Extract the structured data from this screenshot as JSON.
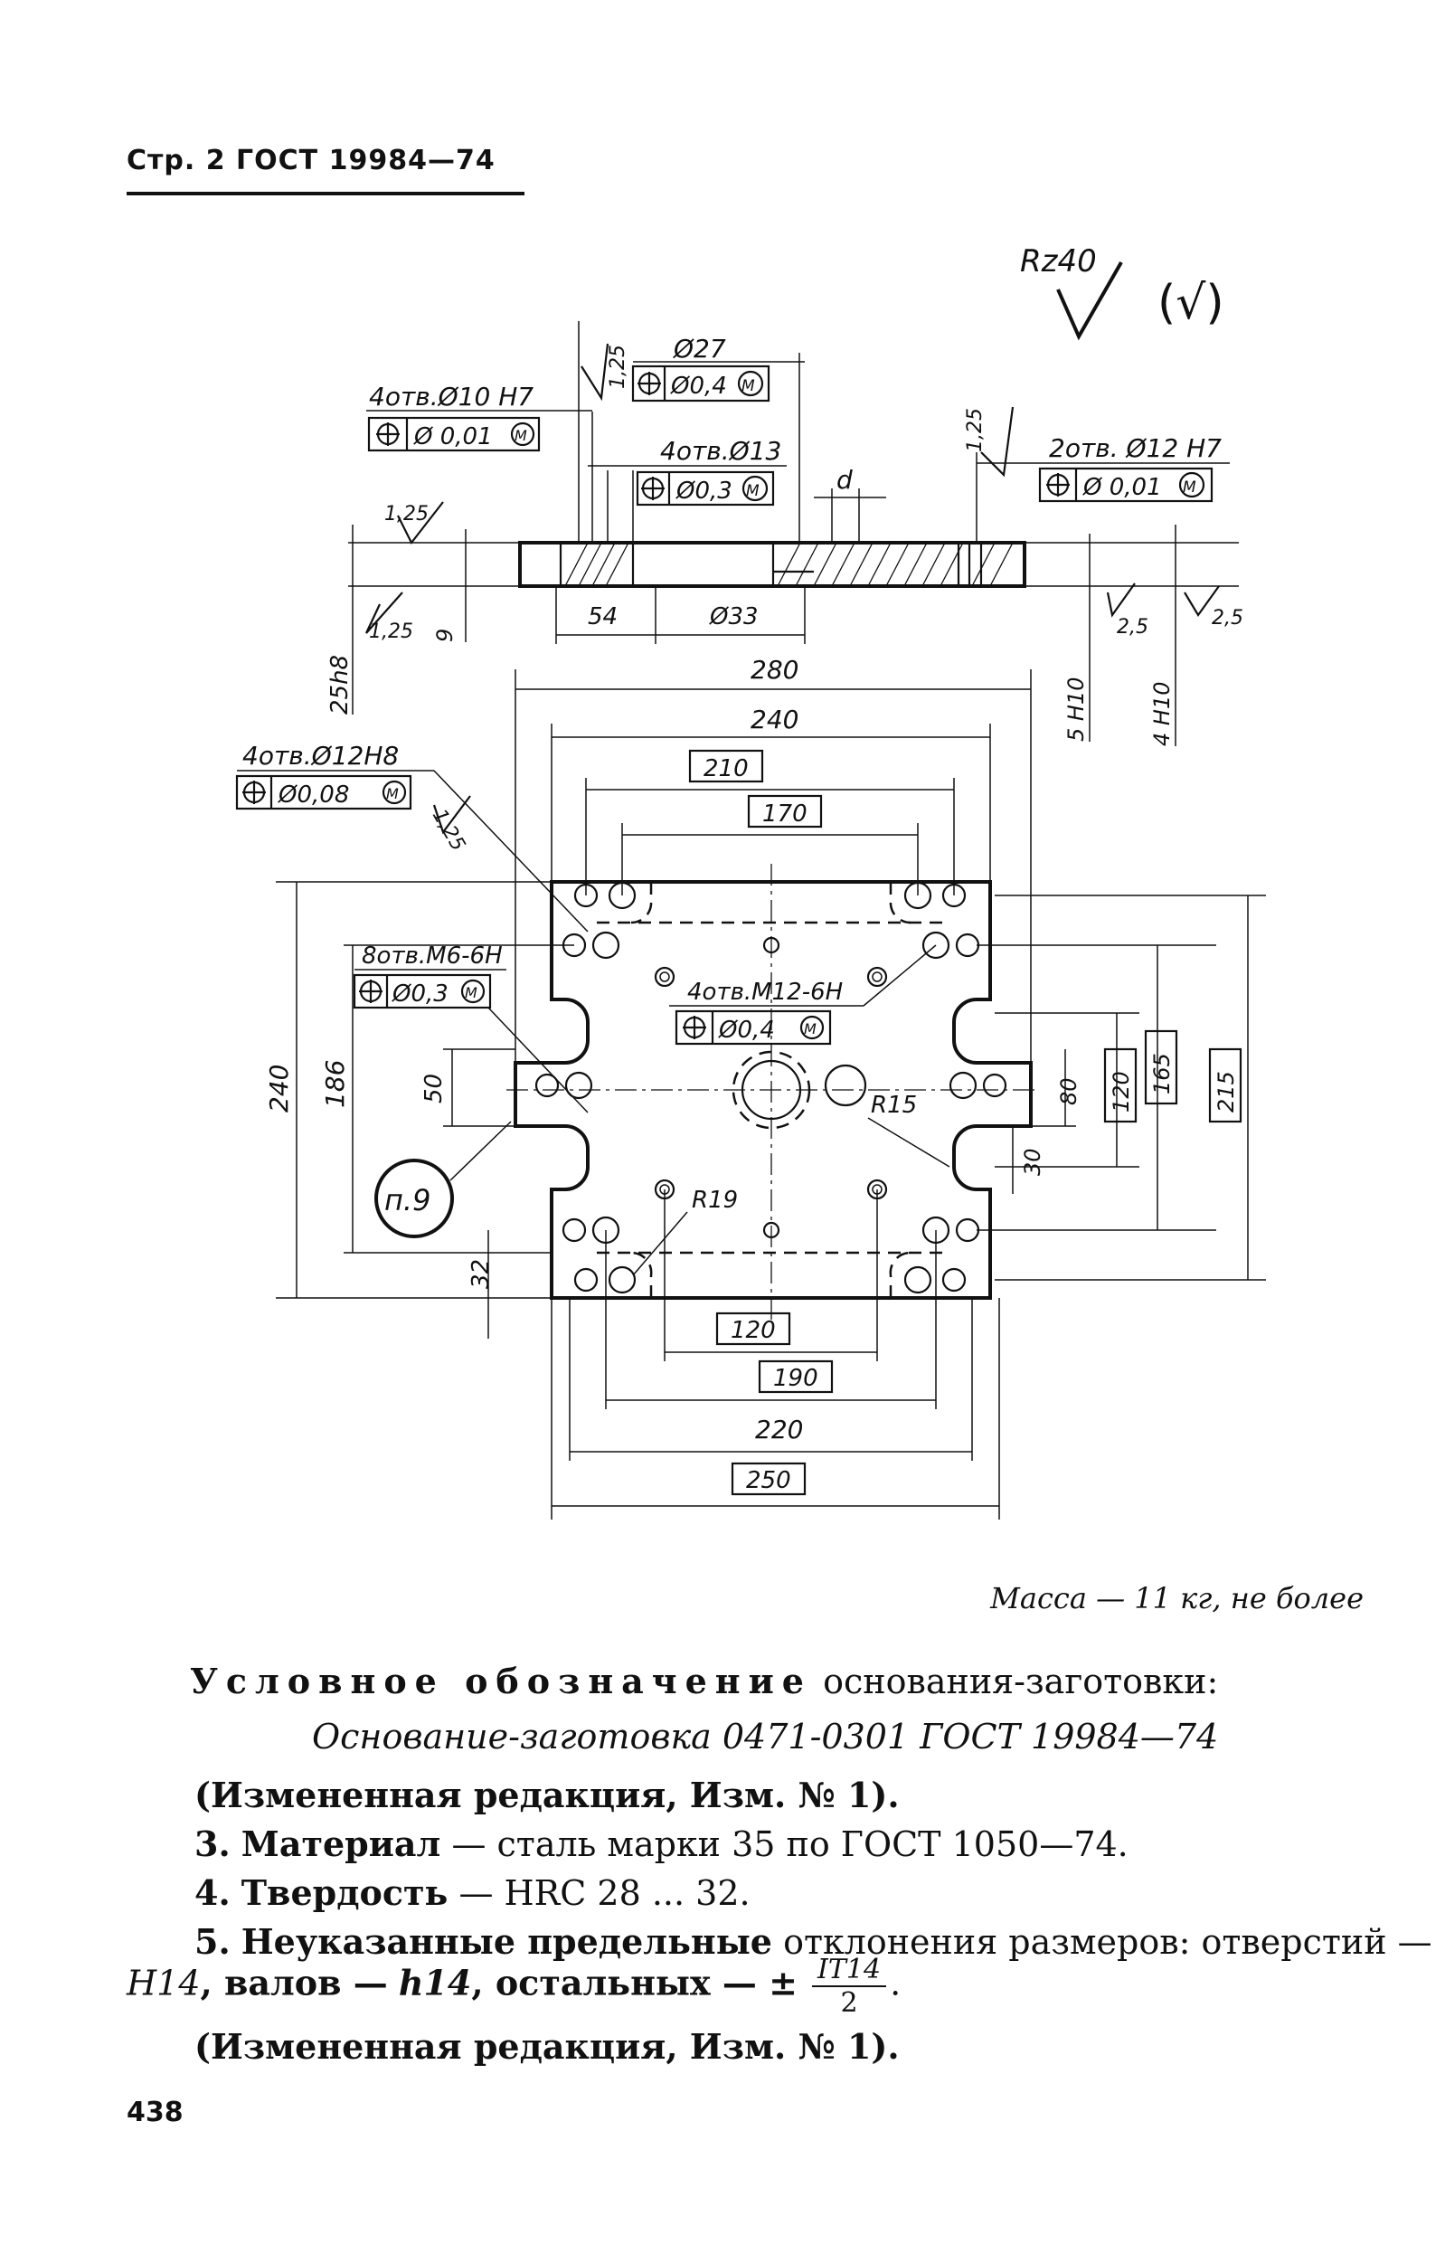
{
  "header": {
    "text": "Стр. 2 ГОСТ 19984—74"
  },
  "drawing": {
    "roughness": {
      "main": "Rz40",
      "paren": "(√)",
      "r125": "1,25",
      "r25": "2,5"
    },
    "top_view": {
      "hole_4x10": "4отв.Ø10 H7",
      "tol_4x10": "Ø 0,01",
      "dia27": "Ø27",
      "tol_27": "Ø0,4",
      "hole_4x13": "4отв.Ø13",
      "tol_4x13": "Ø0,3",
      "d_label": "d",
      "hole_2x12": "2отв. Ø12 H7",
      "tol_2x12": "Ø 0,01",
      "dim_54": "54",
      "dim_33": "Ø33",
      "dim_25h8": "25h8",
      "dim_9": "9",
      "dim_5h10": "5 H10",
      "dim_4h10": "4 H10"
    },
    "plan_view": {
      "dim_280": "280",
      "dim_240_top": "240",
      "dim_210": "210",
      "dim_170": "170",
      "hole_4x12": "4отв.Ø12H8",
      "tol_4x12": "Ø0,08",
      "thread_8xm6": "8отв.М6-6Н",
      "tol_m6": "Ø0,3",
      "thread_4xm12": "4отв.М12-6Н",
      "tol_m12": "Ø0,4",
      "r15": "R15",
      "r19": "R19",
      "note": "п.9",
      "dim_240_left": "240",
      "dim_186": "186",
      "dim_50": "50",
      "dim_32": "32",
      "dim_80": "80",
      "dim_30": "30",
      "dim_120_right": "120",
      "dim_165": "165",
      "dim_215": "215",
      "dim_120_bottom": "120",
      "dim_190": "190",
      "dim_220": "220",
      "dim_250": "250"
    }
  },
  "mass": "Масса — 11 кг, не более",
  "designation": {
    "spaced": "Условное обозначение",
    "rest": "основания-заготовки:",
    "value": "Основание-заготовка 0471-0301 ГОСТ 19984—74"
  },
  "revision_1": "(Измененная редакция, Изм. № 1).",
  "item3": {
    "num": "3.",
    "term": "Материал",
    "text": "— сталь марки 35 по ГОСТ 1050—74."
  },
  "item4": {
    "num": "4.",
    "term": "Твердость",
    "text": "— HRC 28 ... 32."
  },
  "item5": {
    "num": "5.",
    "term": "Неуказанные предельные",
    "text": "отклонения размеров: отверстий —",
    "h14": "H14",
    "mid": ", валов —",
    "sh14": "h14",
    "rest": ", остальных — ±",
    "frac_num": "IT14",
    "frac_den": "2",
    "end": "."
  },
  "revision_2": "(Измененная редакция, Изм. № 1).",
  "page_number": "438"
}
